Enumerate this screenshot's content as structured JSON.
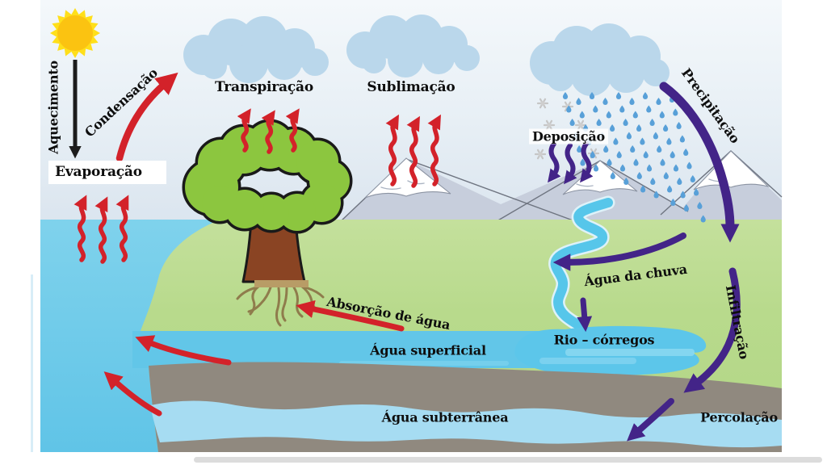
{
  "diagram": {
    "type": "water-cycle",
    "labels": {
      "aquecimento": "Aquecimento",
      "condensacao": "Condensação",
      "evaporacao": "Evaporação",
      "transpiracao": "Transpiração",
      "sublimacao": "Sublimação",
      "deposicao": "Deposição",
      "precipitacao": "Precipitação",
      "agua_da_chuva": "Água da chuva",
      "rio_corregos": "Rio – córregos",
      "infiltracao": "Infiltração",
      "absorcao_de_agua": "Absorção de água",
      "agua_superficial": "Água superficial",
      "agua_subterranea": "Água subterrânea",
      "percolacao": "Percolação"
    },
    "colors": {
      "red_arrow": "#d3222a",
      "purple_arrow": "#432488",
      "black_arrow": "#1c1c1c",
      "ocean_blue": "#68c8e8",
      "river_blue": "#56c6ea",
      "groundwater_blue": "#a6dcf2",
      "rain_drop_blue": "#58a0d8",
      "land_green": "#b8da8c",
      "canopy_green": "#8cc63f",
      "trunk_brown": "#8a4423",
      "cloud_blue": "#bad7eb",
      "mountain_gray": "#c7cedc",
      "soil_gray": "#90897f",
      "sun_yellow": "#ffdf1a"
    }
  }
}
